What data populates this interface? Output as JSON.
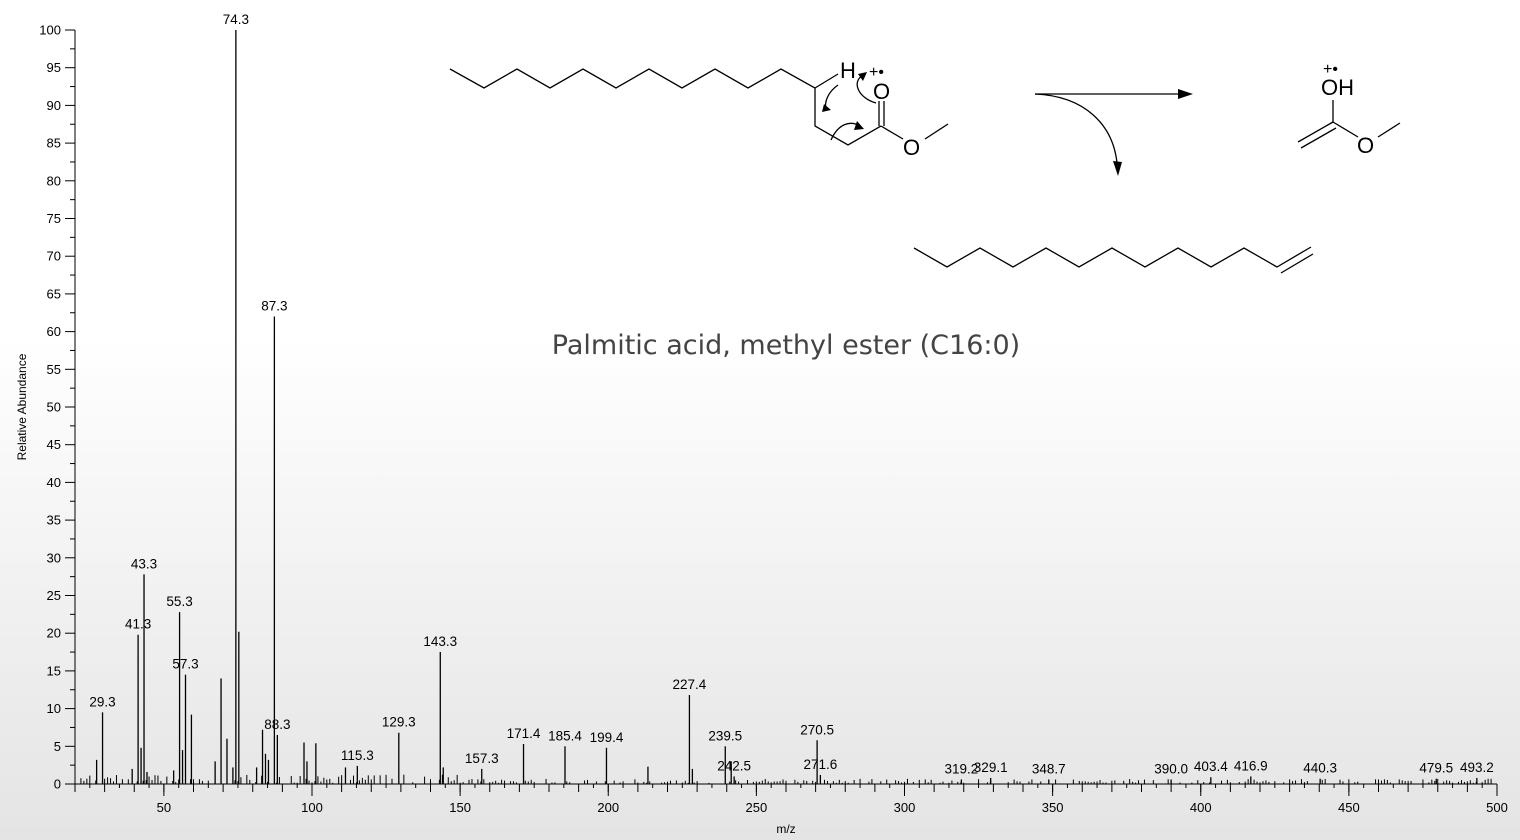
{
  "caption": "Palmitic acid, methyl ester (C16:0)",
  "chart_data": {
    "type": "bar",
    "xlabel": "m/z",
    "ylabel": "Relative Abundance",
    "xlim": [
      20,
      500
    ],
    "ylim": [
      0,
      100
    ],
    "xticks": [
      50,
      100,
      150,
      200,
      250,
      300,
      350,
      400,
      450,
      500
    ],
    "yticks": [
      0,
      5,
      10,
      15,
      20,
      25,
      30,
      35,
      40,
      45,
      50,
      55,
      60,
      65,
      70,
      75,
      80,
      85,
      90,
      95,
      100
    ],
    "peaks": [
      {
        "x": 27.3,
        "y": 3.2
      },
      {
        "x": 29.3,
        "y": 9.5,
        "label": "29.3"
      },
      {
        "x": 39.3,
        "y": 2.0
      },
      {
        "x": 41.3,
        "y": 19.8,
        "label": "41.3"
      },
      {
        "x": 42.3,
        "y": 4.8
      },
      {
        "x": 43.3,
        "y": 27.8,
        "label": "43.3"
      },
      {
        "x": 44.3,
        "y": 1.6
      },
      {
        "x": 53.3,
        "y": 1.8
      },
      {
        "x": 55.3,
        "y": 22.8,
        "label": "55.3"
      },
      {
        "x": 56.3,
        "y": 4.5
      },
      {
        "x": 57.3,
        "y": 14.5,
        "label": "57.3"
      },
      {
        "x": 59.3,
        "y": 9.2
      },
      {
        "x": 67.3,
        "y": 3.0
      },
      {
        "x": 69.3,
        "y": 14.0
      },
      {
        "x": 71.3,
        "y": 6.0
      },
      {
        "x": 73.3,
        "y": 2.2
      },
      {
        "x": 74.3,
        "y": 100,
        "label": "74.3"
      },
      {
        "x": 75.3,
        "y": 20.2
      },
      {
        "x": 81.3,
        "y": 2.2
      },
      {
        "x": 83.3,
        "y": 7.2
      },
      {
        "x": 84.3,
        "y": 4.0
      },
      {
        "x": 85.3,
        "y": 3.2
      },
      {
        "x": 87.3,
        "y": 62.0,
        "label": "87.3"
      },
      {
        "x": 88.3,
        "y": 6.5,
        "label": "88.3"
      },
      {
        "x": 97.3,
        "y": 5.5
      },
      {
        "x": 98.3,
        "y": 3.0
      },
      {
        "x": 101.3,
        "y": 5.4
      },
      {
        "x": 111.3,
        "y": 2.2
      },
      {
        "x": 115.3,
        "y": 2.4,
        "label": "115.3"
      },
      {
        "x": 129.3,
        "y": 6.8,
        "label": "129.3"
      },
      {
        "x": 143.3,
        "y": 17.5,
        "label": "143.3"
      },
      {
        "x": 144.3,
        "y": 2.2
      },
      {
        "x": 157.3,
        "y": 2.0,
        "label": "157.3"
      },
      {
        "x": 171.4,
        "y": 5.3,
        "label": "171.4"
      },
      {
        "x": 185.4,
        "y": 5.0,
        "label": "185.4"
      },
      {
        "x": 199.4,
        "y": 4.8,
        "label": "199.4"
      },
      {
        "x": 213.4,
        "y": 2.3
      },
      {
        "x": 227.4,
        "y": 11.8,
        "label": "227.4"
      },
      {
        "x": 228.4,
        "y": 2.0
      },
      {
        "x": 239.5,
        "y": 5.0,
        "label": "239.5"
      },
      {
        "x": 241.5,
        "y": 3.0
      },
      {
        "x": 242.5,
        "y": 1.0,
        "label": "242.5"
      },
      {
        "x": 270.5,
        "y": 5.8,
        "label": "270.5"
      },
      {
        "x": 271.6,
        "y": 1.2,
        "label": "271.6"
      },
      {
        "x": 319.2,
        "y": 0.6,
        "label": "319.2"
      },
      {
        "x": 329.1,
        "y": 0.8,
        "label": "329.1"
      },
      {
        "x": 348.7,
        "y": 0.6,
        "label": "348.7"
      },
      {
        "x": 390.0,
        "y": 0.6,
        "label": "390.0"
      },
      {
        "x": 403.4,
        "y": 0.9,
        "label": "403.4"
      },
      {
        "x": 416.9,
        "y": 1.0,
        "label": "416.9"
      },
      {
        "x": 440.3,
        "y": 0.7,
        "label": "440.3"
      },
      {
        "x": 479.5,
        "y": 0.7,
        "label": "479.5"
      },
      {
        "x": 493.2,
        "y": 0.8,
        "label": "493.2"
      }
    ],
    "grid": false,
    "bar_color": "#000000"
  },
  "structures": {
    "reactant_atoms": {
      "H": "H",
      "O_carbonyl": "O",
      "O_ether": "O",
      "charge": "+•"
    },
    "product_atoms": {
      "OH": "OH",
      "O_ether": "O",
      "charge": "+•"
    }
  }
}
